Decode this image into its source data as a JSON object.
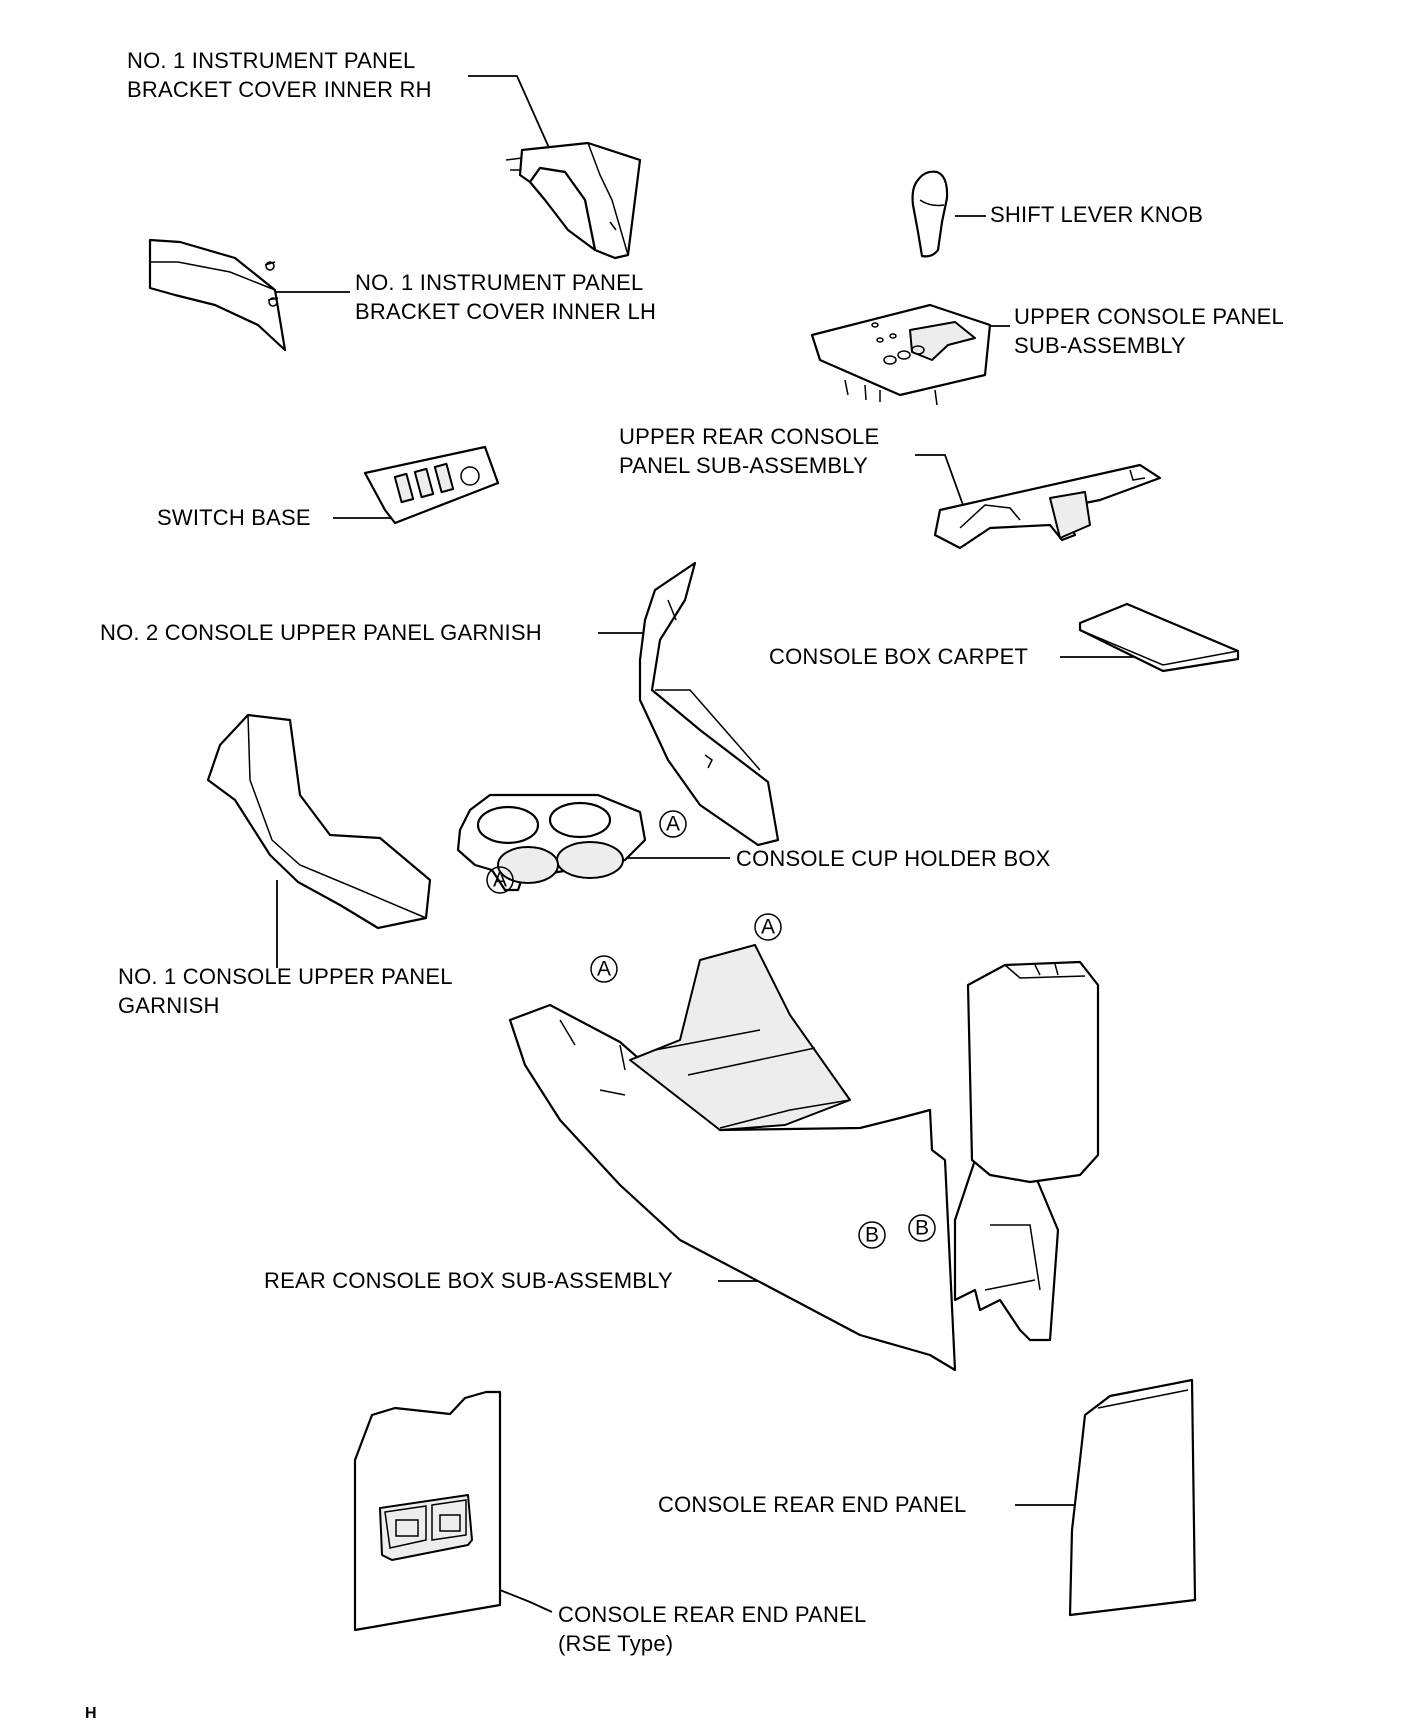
{
  "parts": [
    {
      "id": "bracket_rh",
      "lines": [
        "NO. 1 INSTRUMENT PANEL",
        "BRACKET COVER INNER RH"
      ]
    },
    {
      "id": "bracket_lh",
      "lines": [
        "NO. 1 INSTRUMENT PANEL",
        "BRACKET COVER INNER LH"
      ]
    },
    {
      "id": "shift_knob",
      "lines": [
        "SHIFT LEVER KNOB"
      ]
    },
    {
      "id": "upper_console_panel",
      "lines": [
        "UPPER CONSOLE PANEL",
        "SUB-ASSEMBLY"
      ]
    },
    {
      "id": "upper_rear_console_panel",
      "lines": [
        "UPPER REAR CONSOLE",
        "PANEL SUB-ASSEMBLY"
      ]
    },
    {
      "id": "switch_base",
      "lines": [
        "SWITCH BASE"
      ]
    },
    {
      "id": "no2_garnish",
      "lines": [
        "NO. 2 CONSOLE UPPER PANEL GARNISH"
      ]
    },
    {
      "id": "carpet",
      "lines": [
        "CONSOLE BOX CARPET"
      ]
    },
    {
      "id": "cup_holder",
      "lines": [
        "CONSOLE CUP HOLDER BOX"
      ]
    },
    {
      "id": "no1_garnish",
      "lines": [
        "NO. 1 CONSOLE UPPER PANEL",
        "GARNISH"
      ]
    },
    {
      "id": "rear_console_box",
      "lines": [
        "REAR CONSOLE BOX SUB-ASSEMBLY"
      ]
    },
    {
      "id": "rear_end_panel",
      "lines": [
        "CONSOLE REAR END PANEL"
      ]
    },
    {
      "id": "rear_end_panel_rse",
      "lines": [
        "CONSOLE REAR END PANEL",
        "(RSE Type)"
      ]
    }
  ],
  "markers": {
    "a": "A",
    "b": "B"
  },
  "corner_code": "H"
}
